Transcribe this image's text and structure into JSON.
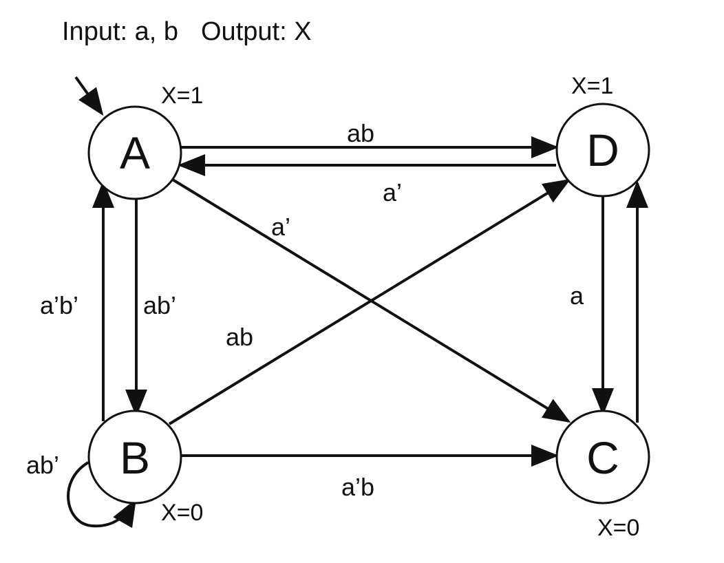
{
  "header": {
    "input_text": "Input: a, b",
    "output_text": "Output: X"
  },
  "states": {
    "A": {
      "name": "A",
      "output": "X=1"
    },
    "B": {
      "name": "B",
      "output": "X=0"
    },
    "C": {
      "name": "C",
      "output": "X=0"
    },
    "D": {
      "name": "D",
      "output": "X=1"
    }
  },
  "transitions": [
    {
      "id": "a-to-d",
      "from": "A",
      "to": "D",
      "label": "ab"
    },
    {
      "id": "d-to-a",
      "from": "D",
      "to": "A",
      "label": "a’"
    },
    {
      "id": "a-to-c",
      "from": "A",
      "to": "C",
      "label": "a’"
    },
    {
      "id": "a-to-b",
      "from": "A",
      "to": "B",
      "label": "ab’"
    },
    {
      "id": "b-to-a",
      "from": "B",
      "to": "A",
      "label": "a’b’"
    },
    {
      "id": "b-to-d",
      "from": "B",
      "to": "D",
      "label": "ab"
    },
    {
      "id": "b-self",
      "from": "B",
      "to": "B",
      "label": "ab’"
    },
    {
      "id": "b-to-c",
      "from": "B",
      "to": "C",
      "label": "a’b"
    },
    {
      "id": "d-to-c",
      "from": "D",
      "to": "C",
      "label": "a"
    },
    {
      "id": "c-to-d",
      "from": "C",
      "to": "D",
      "label": ""
    }
  ]
}
